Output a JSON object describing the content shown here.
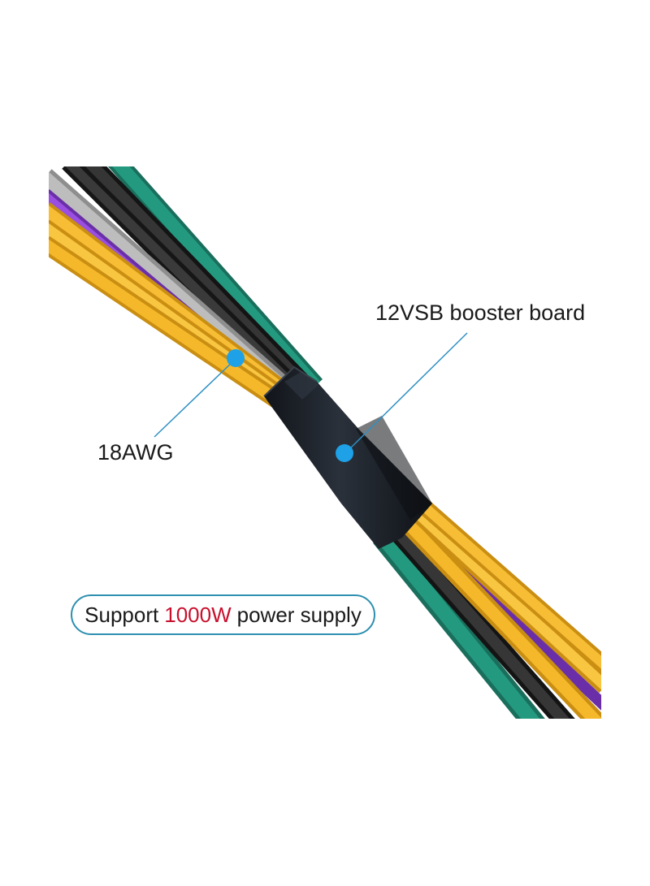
{
  "callouts": {
    "booster": "12VSB booster board",
    "awg": "18AWG"
  },
  "banner": {
    "prefix": "Support",
    "highlight": "1000W",
    "suffix": "power supply"
  },
  "colors": {
    "wire_yellow": "#f5b82a",
    "wire_green": "#1f8a72",
    "wire_black": "#2b2b2b",
    "wire_gray": "#a8a8a8",
    "wire_purple": "#8b3fd0",
    "sleeve": "#1c2129",
    "callout_line": "#2f8fc3",
    "callout_dot": "#1ea1e6",
    "pill_border": "#2e8fb0",
    "highlight_red": "#c8102e"
  }
}
